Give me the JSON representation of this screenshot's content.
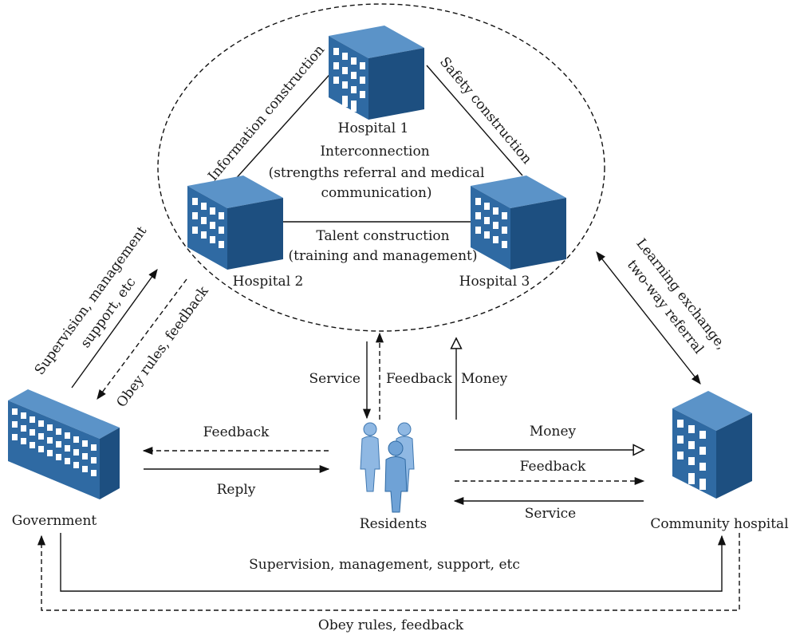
{
  "nodes": {
    "hospital1": "Hospital 1",
    "hospital2": "Hospital 2",
    "hospital3": "Hospital 3",
    "government": "Government",
    "residents": "Residents",
    "community": "Community hospital"
  },
  "center": {
    "interconnection_1": "Interconnection",
    "interconnection_2": "(strengths referral and medical",
    "interconnection_3": "communication)",
    "talent_1": "Talent construction",
    "talent_2": "(training and management)"
  },
  "edges": {
    "information": "Information construction",
    "safety": "Safety construction",
    "gov_up_1": "Supervision, management",
    "gov_up_2": "support, etc",
    "gov_down": "Obey rules, feedback",
    "learning_1": "Learning exchange,",
    "learning_2": "two-way referral",
    "service_down": "Service",
    "feedback_up": "Feedback",
    "money_up": "Money",
    "gov_feedback": "Feedback",
    "gov_reply": "Reply",
    "comm_money": "Money",
    "comm_feedback": "Feedback",
    "comm_service": "Service",
    "bottom_solid": "Supervision, management, support, etc",
    "bottom_dashed": "Obey rules, feedback"
  },
  "colors": {
    "building_front": "#2f6aa3",
    "building_side": "#1d4f80",
    "building_top": "#5b93c8",
    "person": "#6fa2d6"
  }
}
